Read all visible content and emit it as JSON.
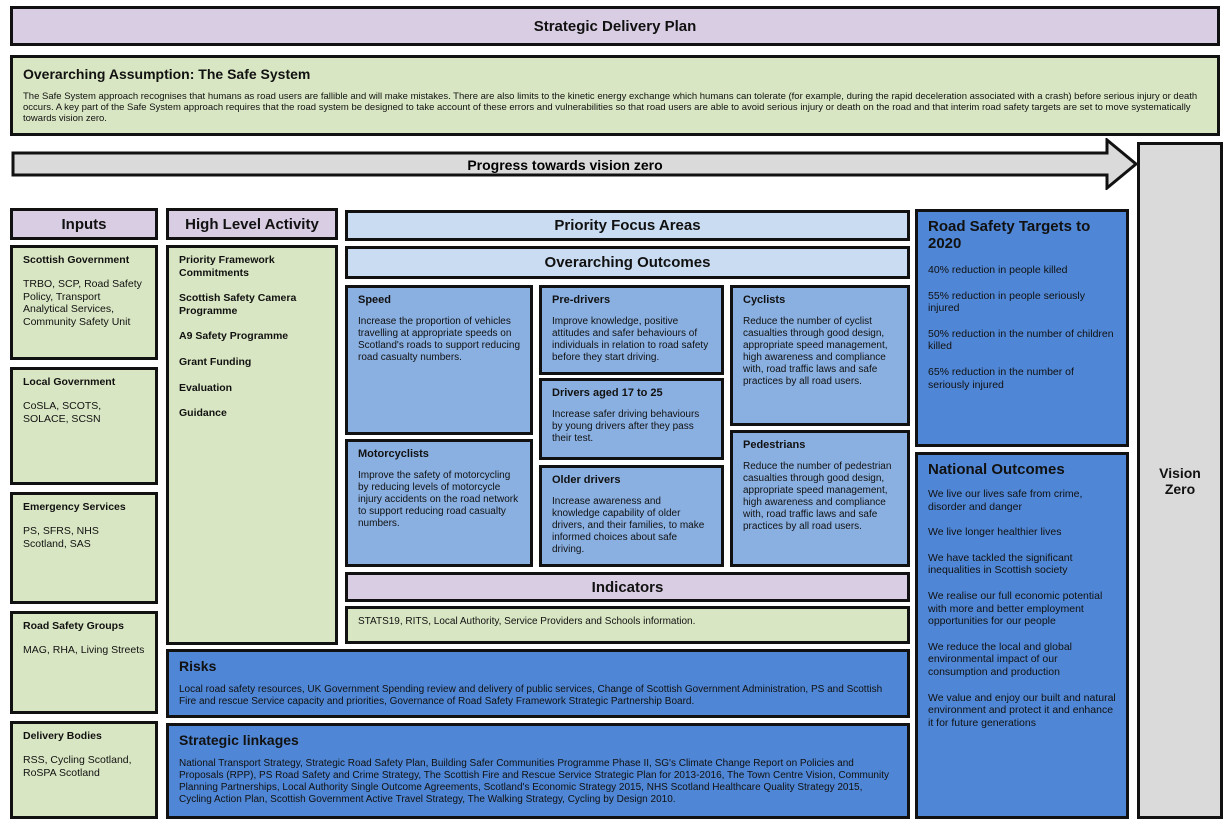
{
  "header": {
    "title": "Strategic Delivery Plan"
  },
  "assumption": {
    "title": "Overarching Assumption: The Safe System",
    "text": "The Safe System approach recognises that humans as road users are fallible and will make mistakes.  There are also limits to the kinetic energy exchange which humans can tolerate (for example, during the rapid deceleration associated with a crash) before serious injury or death occurs.  A key part of the Safe System approach requires that the road system be designed to take account of these errors and vulnerabilities so that road users are able to avoid serious injury or death on the road and that interim road safety targets are set to move systematically towards vision zero."
  },
  "progress": {
    "label": "Progress towards vision zero"
  },
  "vision": {
    "line1": "Vision",
    "line2": "Zero"
  },
  "inputs": {
    "header": "Inputs",
    "items": [
      {
        "title": "Scottish Government",
        "body": "TRBO, SCP, Road Safety Policy, Transport Analytical Services, Community Safety Unit"
      },
      {
        "title": "Local Government",
        "body": "CoSLA, SCOTS, SOLACE, SCSN"
      },
      {
        "title": "Emergency Services",
        "body": "PS, SFRS, NHS Scotland, SAS"
      },
      {
        "title": "Road Safety Groups",
        "body": "MAG, RHA, Living Streets"
      },
      {
        "title": "Delivery Bodies",
        "body": "RSS, Cycling Scotland, RoSPA Scotland"
      }
    ]
  },
  "high_level": {
    "header": "High Level Activity",
    "items": [
      "Priority Framework Commitments",
      "Scottish Safety Camera Programme",
      "A9 Safety Programme",
      "Grant Funding",
      "Evaluation",
      "Guidance"
    ]
  },
  "priority": {
    "header": "Priority Focus Areas"
  },
  "outcomes": {
    "header": "Overarching Outcomes"
  },
  "focus_areas": {
    "speed": {
      "title": "Speed",
      "body": "Increase the proportion of vehicles travelling at appropriate speeds on Scotland's roads to support reducing road casualty numbers."
    },
    "predrivers": {
      "title": "Pre-drivers",
      "body": "Improve knowledge, positive attitudes and safer behaviours of individuals in relation to road safety before they start driving."
    },
    "cyclists": {
      "title": "Cyclists",
      "body": "Reduce the number of cyclist casualties through good design, appropriate speed management, high awareness and compliance with, road traffic laws and safe practices by all road users."
    },
    "drivers": {
      "title": "Drivers aged 17 to 25",
      "body": "Increase safer driving behaviours by young drivers after they pass their test."
    },
    "motorcyclists": {
      "title": "Motorcyclists",
      "body": "Improve the safety of motorcycling by reducing levels of motorcycle injury accidents on the road network to support reducing road casualty numbers."
    },
    "older": {
      "title": "Older drivers",
      "body": "Increase awareness and knowledge capability of older drivers, and their families, to make informed choices about safe driving."
    },
    "pedestrians": {
      "title": "Pedestrians",
      "body": "Reduce the number of pedestrian casualties through good design, appropriate speed management, high awareness and compliance with, road traffic laws and safe practices by all road users."
    }
  },
  "indicators": {
    "header": "Indicators",
    "text": "STATS19, RITS, Local Authority, Service Providers and Schools information."
  },
  "risks": {
    "title": "Risks",
    "text": "Local road safety resources, UK Government Spending review and delivery of public services, Change of Scottish Government Administration, PS and Scottish Fire and rescue Service capacity and priorities, Governance of Road Safety Framework Strategic Partnership Board."
  },
  "linkages": {
    "title": "Strategic linkages",
    "text": "National Transport Strategy, Strategic Road Safety Plan, Building Safer Communities Programme Phase II, SG's Climate Change Report on Policies and Proposals (RPP), PS Road Safety and Crime Strategy, The Scottish Fire and Rescue Service Strategic Plan for 2013-2016, The Town Centre Vision, Community Planning Partnerships, Local Authority Single Outcome Agreements, Scotland's Economic Strategy 2015, NHS Scotland Healthcare Quality Strategy 2015, Cycling Action Plan, Scottish Government Active Travel Strategy, The Walking Strategy, Cycling by Design 2010."
  },
  "targets": {
    "title": "Road Safety Targets to 2020",
    "items": [
      "40% reduction in people killed",
      "55% reduction in people seriously injured",
      "50% reduction in the number of children killed",
      "65% reduction in the number of seriously injured"
    ]
  },
  "national": {
    "title": "National Outcomes",
    "items": [
      "We live our lives safe from crime, disorder and danger",
      "We live longer healthier lives",
      "We have tackled the significant inequalities in Scottish society",
      "We realise our full economic potential with more and better employment opportunities for our people",
      "We reduce the local and global environmental impact of our consumption and production",
      "We value and enjoy our built and natural environment and protect it and enhance it for future generations"
    ]
  },
  "colors": {
    "lilac": "#d9cde3",
    "green": "#d9e6c3",
    "light_blue": "#c9dcf2",
    "mid_blue": "#8ab0e2",
    "dark_blue": "#4f86d5",
    "grey": "#dadada"
  }
}
